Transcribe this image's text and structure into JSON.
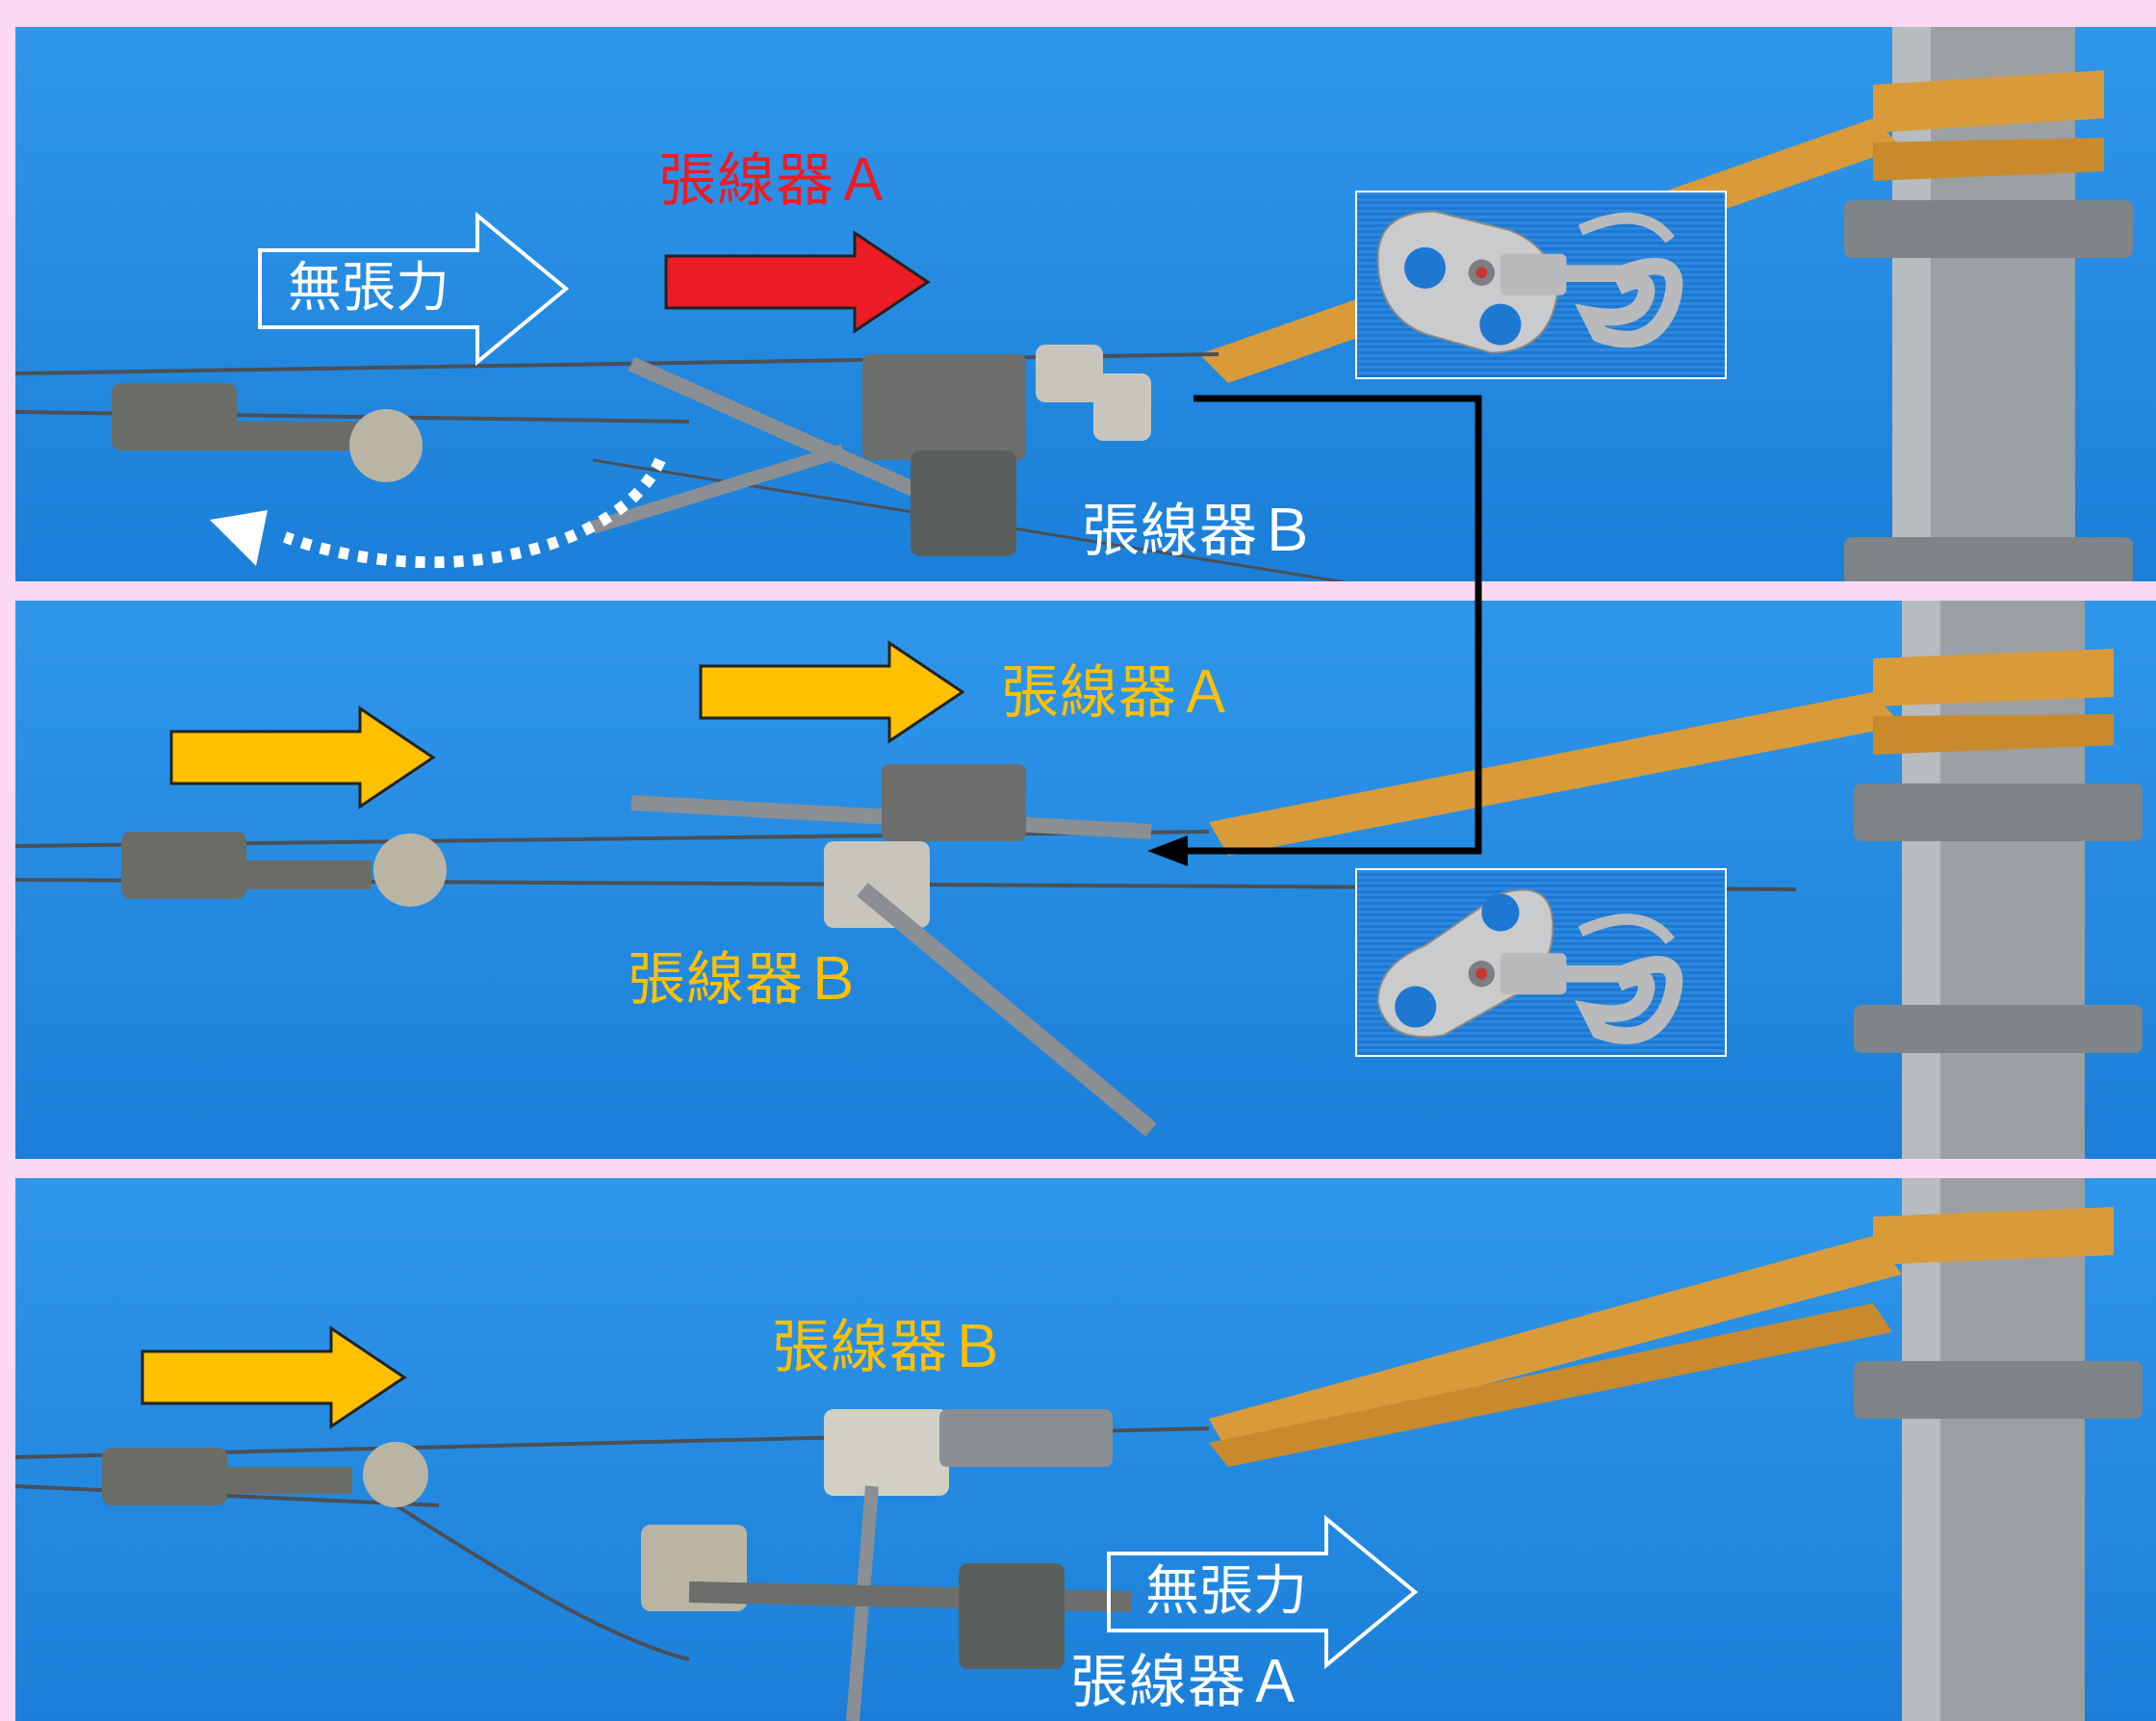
{
  "labels": {
    "tensioner_a": "張線器Ａ",
    "tensioner_b": "張線器Ｂ",
    "no_tension": "無張力"
  },
  "colors": {
    "background": "#fcd9f2",
    "sky": "#1b7fd9",
    "red_accent": "#ec1c24",
    "orange_accent": "#ffc000",
    "strap": "#d99a3a",
    "pole": "#9aa0a4"
  },
  "icons": {
    "hook_inset": "swivel-snap-hook",
    "connector": "elbow-arrow"
  }
}
